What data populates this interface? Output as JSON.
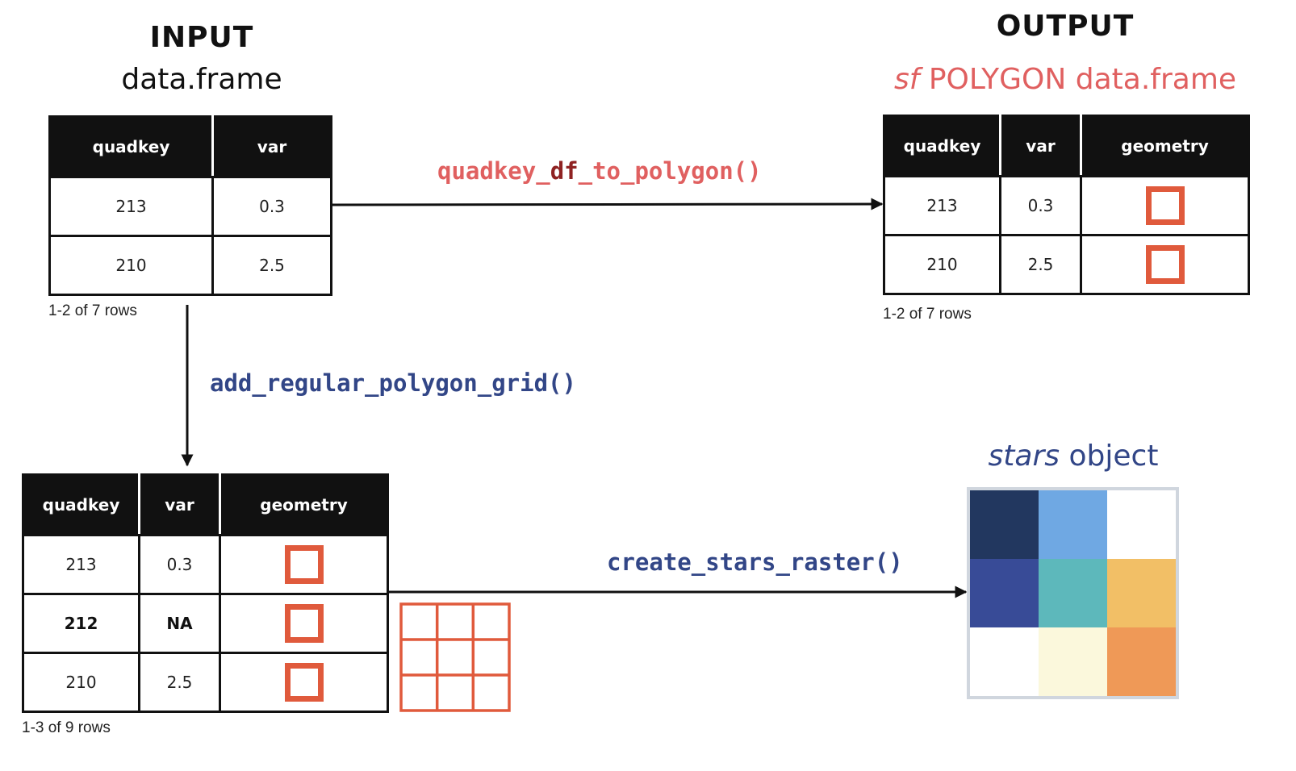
{
  "input": {
    "heading": "INPUT",
    "subheading": "data.frame",
    "table": {
      "columns": [
        "quadkey",
        "var"
      ],
      "rows": [
        [
          "213",
          "0.3"
        ],
        [
          "210",
          "2.5"
        ]
      ]
    },
    "rows_note": "1-2 of 7 rows"
  },
  "output": {
    "heading": "OUTPUT",
    "subheading_italic": "sf",
    "subheading_rest": "POLYGON data.frame",
    "table": {
      "columns": [
        "quadkey",
        "var",
        "geometry"
      ],
      "rows": [
        [
          "213",
          "0.3"
        ],
        [
          "210",
          "2.5"
        ]
      ]
    },
    "rows_note": "1-2 of 7 rows"
  },
  "grid_table": {
    "columns": [
      "quadkey",
      "var",
      "geometry"
    ],
    "rows": [
      [
        "213",
        "0.3"
      ],
      [
        "212",
        "NA"
      ],
      [
        "210",
        "2.5"
      ]
    ],
    "rows_note": "1-3 of 9 rows"
  },
  "stars": {
    "label_italic": "stars",
    "label_rest": "object",
    "cells": [
      "#22375f",
      "#6fa8e3",
      "#ffffff",
      "#384b97",
      "#5db8bb",
      "#f2bf66",
      "#ffffff",
      "#fbf8dc",
      "#ef9957"
    ],
    "frame_color": "#d0d6de"
  },
  "functions": {
    "df_to_polygon": {
      "pre": "quadkey_",
      "mid": "df",
      "post": "_to_polygon()"
    },
    "add_grid": "add_regular_polygon_grid()",
    "create_raster": "create_stars_raster()"
  },
  "colors": {
    "accent_red": "#e05a3c",
    "title_red": "#e06060",
    "dark_red": "#8f2222",
    "navy": "#324687"
  }
}
